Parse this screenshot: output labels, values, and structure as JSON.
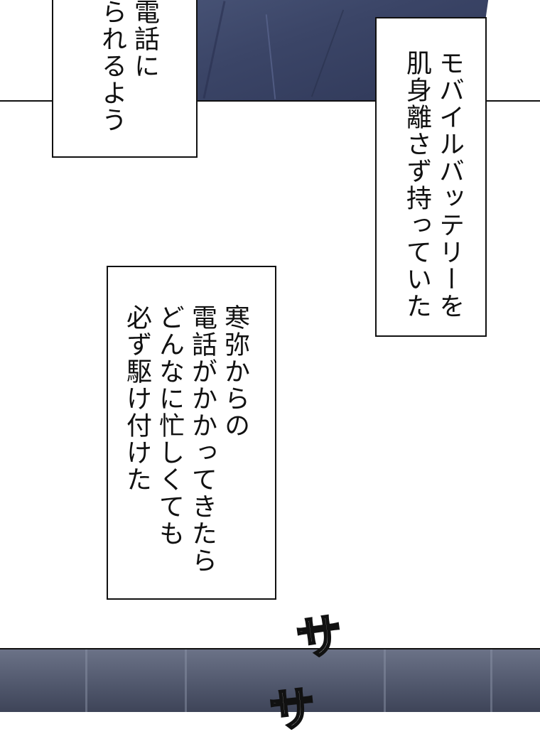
{
  "captions": {
    "box1": "電話に\nられるよう",
    "box1_lines": [
      "電話に",
      "られるよう"
    ],
    "box2_lines": [
      "モバイルバッテリーを",
      "肌身離さず持っていた"
    ],
    "box3_lines": [
      "寒弥からの",
      "電話がかかってきたら",
      "どんなに忙しくても",
      "必ず駆け付けた"
    ]
  },
  "sfx": {
    "first": "サ",
    "second": "サ"
  }
}
